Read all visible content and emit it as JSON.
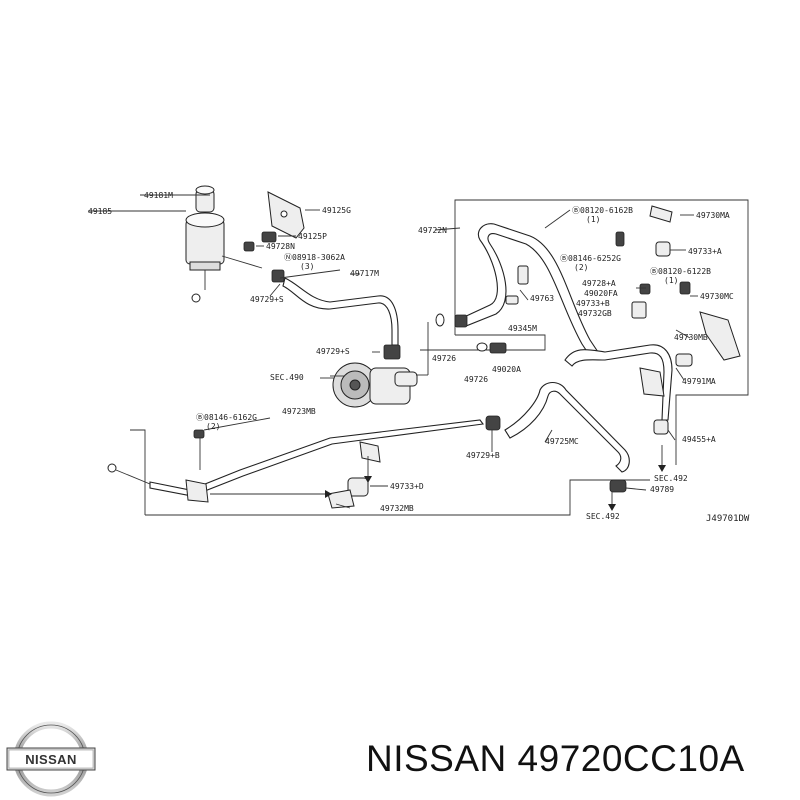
{
  "diagram": {
    "labels": {
      "l_49181M": "49181M",
      "l_49185": "49185",
      "l_49125G": "49125G",
      "l_49125P": "49125P",
      "l_49728N": "49728N",
      "l_08918": "Ⓝ08918-3062A",
      "l_08918q": "(3)",
      "l_49717M": "49717M",
      "l_49729S_a": "49729+S",
      "l_49722N": "49722N",
      "l_08120a": "Ⓑ08120-6162B",
      "l_08120aq": "(1)",
      "l_49730MA": "49730MA",
      "l_49733A": "49733+A",
      "l_08146a": "Ⓑ08146-6252G",
      "l_08146aq": "(2)",
      "l_08120b": "Ⓑ08120-6122B",
      "l_08120bq": "(1)",
      "l_49728A": "49728+A",
      "l_49020FA": "49020FA",
      "l_49763": "49763",
      "l_49733B": "49733+B",
      "l_49732GB": "49732GB",
      "l_49730MC": "49730MC",
      "l_49730MB": "49730MB",
      "l_49345M": "49345M",
      "l_49729S_b": "49729+S",
      "l_49726a": "49726",
      "l_49726b": "49726",
      "l_49020A": "49020A",
      "l_49791MA": "49791MA",
      "l_sec490": "SEC.490",
      "l_08146b": "Ⓑ08146-6162G",
      "l_08146bq": "(2)",
      "l_49723MB": "49723MB",
      "l_49729B": "49729+B",
      "l_49725MC": "49725MC",
      "l_49455A": "49455+A",
      "l_sec492a": "SEC.492",
      "l_49789": "49789",
      "l_49733D": "49733+D",
      "l_49732MB": "49732MB",
      "l_sec492b": "SEC.492",
      "l_ref": "J49701DW"
    }
  },
  "footer": {
    "brand_logo": "NISSAN",
    "part_caption": "NISSAN 49720CC10A"
  }
}
